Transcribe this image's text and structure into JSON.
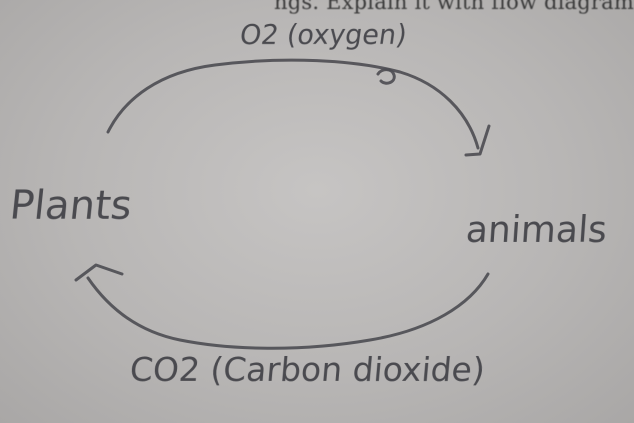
{
  "page": {
    "printed_question": "ngs. Explain it with flow diagram"
  },
  "diagram": {
    "nodes": {
      "plants": "Plants",
      "animals": "animals"
    },
    "edges": {
      "top": "O2 (oxygen)",
      "bottom": "CO2 (Carbon dioxide)"
    }
  },
  "colors": {
    "paper": "#b9b7b6",
    "ink": "#4a4a4f",
    "print": "#3a3a3a"
  }
}
